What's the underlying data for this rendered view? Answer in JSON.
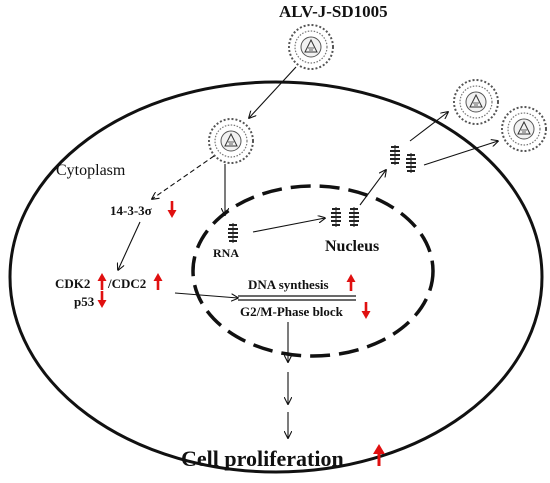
{
  "virus_label": "ALV-J-SD1005",
  "cytoplasm_label": "Cytoplasm",
  "nucleus_label": "Nucleus",
  "rna_label": "RNA",
  "protein_1433": "14-3-3σ",
  "cdk2_label": "CDK2",
  "cdc2_label": "/CDC2",
  "p53_label": "p53",
  "dna_synthesis_label": "DNA synthesis",
  "g2m_label": "G2/M-Phase block",
  "outcome_label": "Cell proliferation",
  "colors": {
    "up_arrow": "#e01010",
    "down_arrow": "#e01010",
    "line": "#111111"
  }
}
